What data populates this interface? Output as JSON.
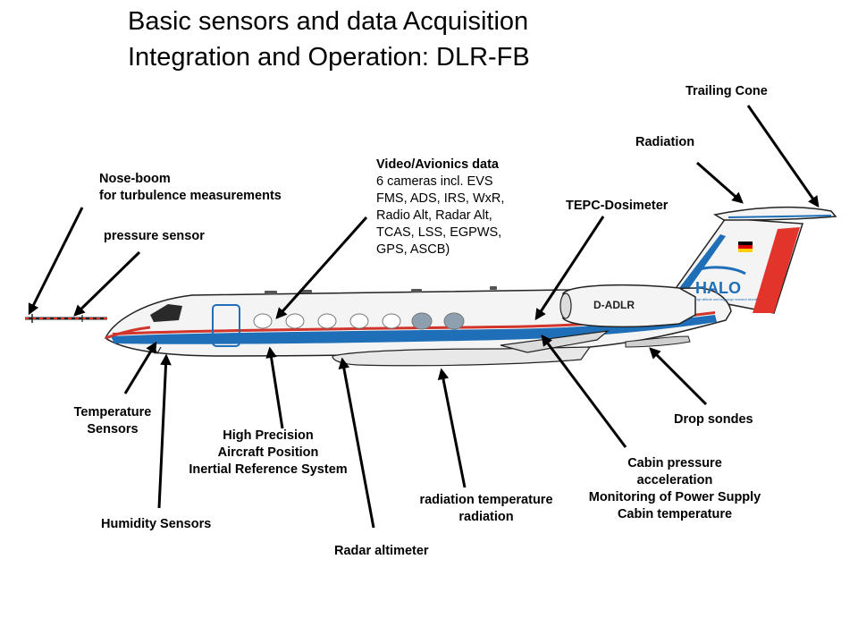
{
  "title": {
    "line1": "Basic sensors and data Acquisition",
    "line2": "Integration and Operation: DLR-FB"
  },
  "aircraft": {
    "registration": "D-ADLR",
    "logo": "HALO",
    "logo_tagline": "high altitude and long range research aircraft",
    "flag": "germany-flag",
    "colors": {
      "fuselage": "#f4f4f4",
      "stripe_blue": "#1f6fb8",
      "stripe_red": "#d1352b",
      "tail_red": "#e2342a",
      "outline": "#222222"
    }
  },
  "labels": {
    "trailing_cone": "Trailing Cone",
    "radiation_top": "Radiation",
    "nose_boom": [
      "Nose-boom",
      "for turbulence measurements"
    ],
    "pressure_sensor": "pressure sensor",
    "video_title": "Video/Avionics data",
    "video_lines": [
      "6 cameras incl. EVS",
      "FMS, ADS, IRS, WxR,",
      "Radio Alt, Radar Alt,",
      "TCAS, LSS, EGPWS,",
      "GPS, ASCB)"
    ],
    "tepc": "TEPC-Dosimeter",
    "temperature_sensors": [
      "Temperature",
      "Sensors"
    ],
    "high_precision": [
      "High Precision",
      "Aircraft Position",
      "Inertial Reference System"
    ],
    "drop_sondes": "Drop sondes",
    "cabin": [
      "Cabin pressure",
      "acceleration",
      "Monitoring of Power Supply",
      "Cabin temperature"
    ],
    "radiation_temperature": [
      "radiation temperature",
      "radiation"
    ],
    "humidity_sensors": "Humidity Sensors",
    "radar_altimeter": "Radar altimeter"
  }
}
